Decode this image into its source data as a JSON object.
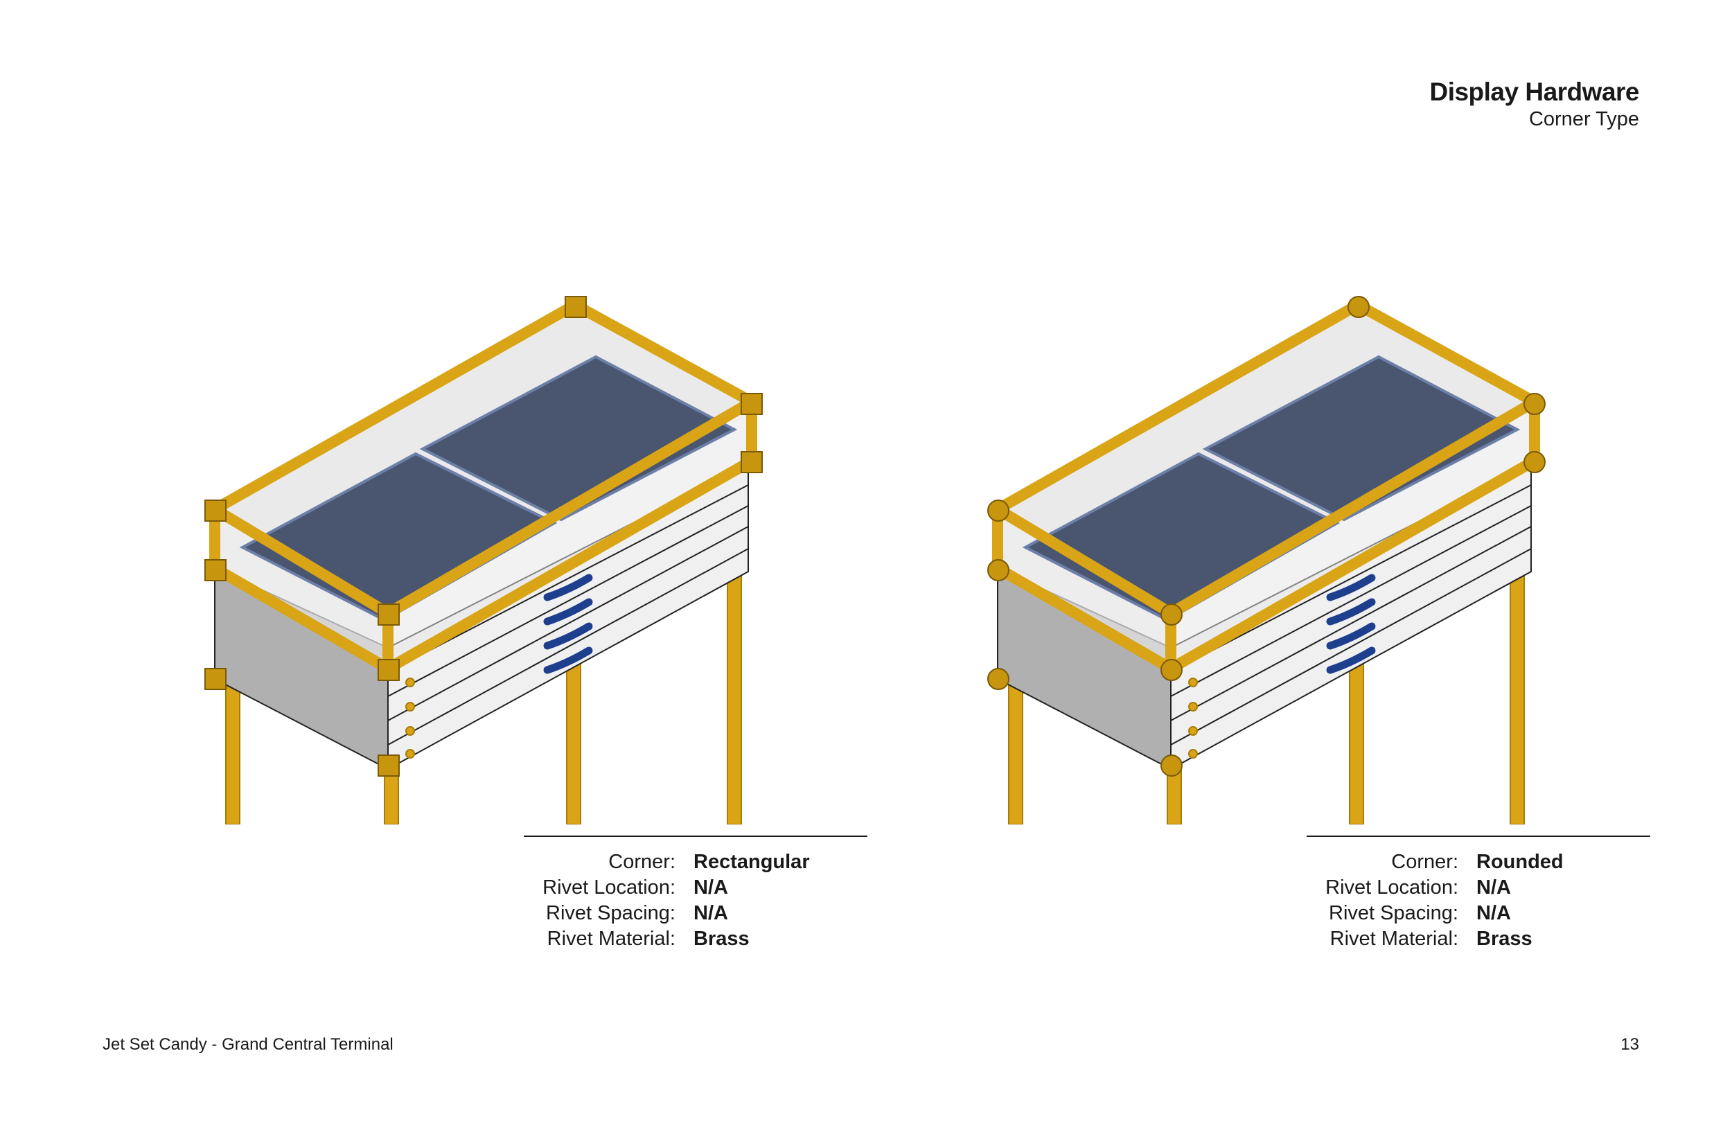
{
  "header": {
    "title": "Display Hardware",
    "subtitle": "Corner Type"
  },
  "colors": {
    "brass": "#D9A416",
    "brass_dark": "#A87C08",
    "glass": "#DCDCDC",
    "tray": "#4A5670",
    "tray_edge": "#6C7FA8",
    "cabinet_side": "#B0B0B0",
    "cabinet_front": "#F0F0F0",
    "handle": "#1E3F8E"
  },
  "options": [
    {
      "corner_icon": "rectangular-corner-bracket",
      "specs": [
        {
          "label": "Corner:",
          "value": "Rectangular"
        },
        {
          "label": "Rivet Location:",
          "value": "N/A"
        },
        {
          "label": "Rivet Spacing:",
          "value": "N/A"
        },
        {
          "label": "Rivet Material:",
          "value": "Brass"
        }
      ]
    },
    {
      "corner_icon": "rounded-corner-bracket",
      "specs": [
        {
          "label": "Corner:",
          "value": "Rounded"
        },
        {
          "label": "Rivet Location:",
          "value": "N/A"
        },
        {
          "label": "Rivet Spacing:",
          "value": "N/A"
        },
        {
          "label": "Rivet Material:",
          "value": "Brass"
        }
      ]
    }
  ],
  "footer": {
    "project": "Jet Set Candy - Grand Central Terminal",
    "page_number": "13"
  }
}
